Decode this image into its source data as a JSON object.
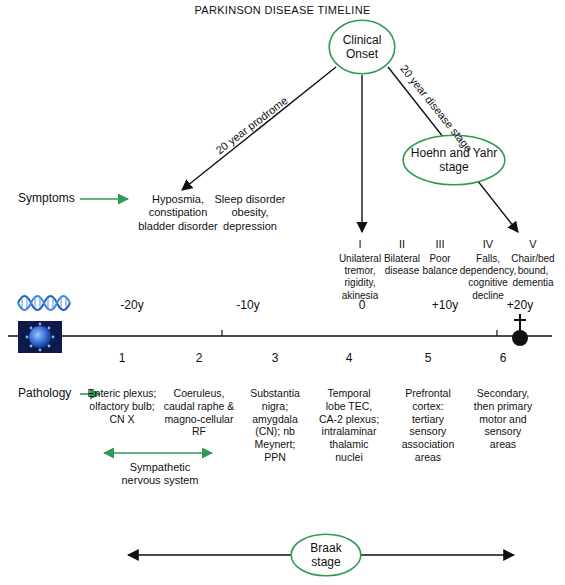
{
  "diagram": {
    "title": "PARKINSON DISEASE TIMELINE",
    "nodes": [
      {
        "text": [
          "Clinical Onset"
        ]
      },
      {
        "text": [
          "Hoehn and Yahr stage"
        ]
      },
      {
        "text": [
          "Braak stage"
        ]
      }
    ],
    "labels": [
      "20 year prodrome",
      "20 year disease stage",
      "Symptoms",
      "Hyposmia, constipation bladder disorder",
      "Sleep disorder obesity, depression",
      "I",
      "Unilateral tremor, rigidity, akinesia",
      "II",
      "Bilateral disease",
      "III",
      "Poor balance",
      "IV",
      "Falls, dependency, cognitive decline",
      "V",
      "Chair/bed bound, dementia",
      "-20y",
      "-10y",
      "0",
      "+10y",
      "+20y",
      "1",
      "2",
      "3",
      "4",
      "5",
      "6",
      "Pathology",
      "Enteric plexus; olfactory bulb; CN X",
      "Coeruleus, caudal raphe & magno-cellular RF",
      "Substantia nigra; amygdala (CN); nb Meynert; PPN",
      "Temporal lobe TEC, CA-2 plexus; intralaminar thalamic nuclei",
      "Prefrontal cortex: tertiary sensory association areas",
      "Secondary, then primary motor and sensory areas",
      "Sympathetic nervous system"
    ]
  }
}
